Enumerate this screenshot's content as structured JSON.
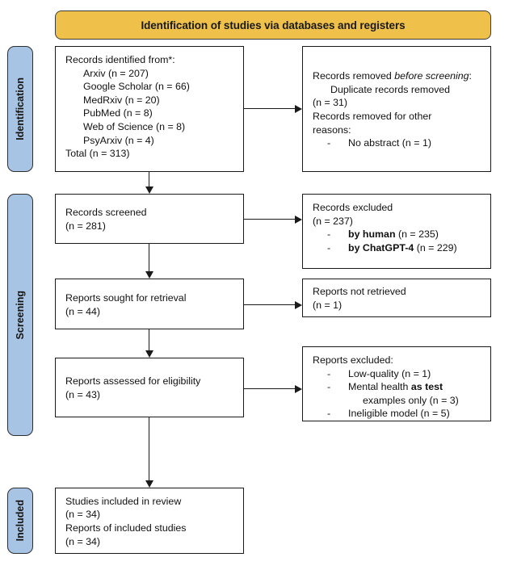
{
  "header": {
    "title": "Identification of studies via databases and registers",
    "bar_color": "#EFC04A"
  },
  "stages": {
    "identification": "Identification",
    "screening": "Screening",
    "included": "Included",
    "color": "#A8C4E4"
  },
  "boxes": {
    "identified": {
      "heading": "Records identified from*:",
      "sources": [
        {
          "name": "Arxiv",
          "n": "(n = 207)",
          "line": "Arxiv (n = 207)"
        },
        {
          "name": "Google Scholar",
          "n": "(n = 66)",
          "line": "Google Scholar (n = 66)"
        },
        {
          "name": "MedRxiv",
          "n": "(n = 20)",
          "line": "MedRxiv (n = 20)"
        },
        {
          "name": "PubMed",
          "n": "(n = 8)",
          "line": "PubMed (n = 8)"
        },
        {
          "name": "Web of Science",
          "n": "(n = 8)",
          "line": "Web of Science (n = 8)"
        },
        {
          "name": "PsyArxiv",
          "n": "(n = 4)",
          "line": "PsyArxiv (n = 4)"
        }
      ],
      "total": "Total (n = 313)"
    },
    "removed": {
      "line1_pre": "Records removed ",
      "line1_italic": "before screening",
      "line1_post": ":",
      "line2": "Duplicate records removed",
      "line3": "(n = 31)",
      "line4": "Records removed for other",
      "line5": "reasons:",
      "bullet_dash": "-",
      "bullet1": "No abstract (n = 1)"
    },
    "screened": {
      "line1": "Records screened",
      "line2": "(n = 281)"
    },
    "records_excluded": {
      "line1": "Records excluded",
      "line2": "(n = 237)",
      "bullet_dash": "-",
      "bullet1_bold": "by human",
      "bullet1_rest": " (n = 235)",
      "bullet2_bold": "by ChatGPT-4",
      "bullet2_rest": " (n = 229)"
    },
    "sought": {
      "line1": "Reports sought for retrieval",
      "line2": "(n = 44)"
    },
    "not_retrieved": {
      "line1": "Reports not retrieved",
      "line2": "(n = 1)"
    },
    "assessed": {
      "line1": "Reports assessed for eligibility",
      "line2": "(n = 43)"
    },
    "reports_excluded": {
      "heading": "Reports excluded:",
      "bullet_dash": "-",
      "bullet1": "Low-quality (n = 1)",
      "bullet2_a": "Mental health ",
      "bullet2_bold": "as test",
      "bullet2_cont": "examples only (n = 3)",
      "bullet3": "Ineligible model (n = 5)"
    },
    "included": {
      "line1": "Studies included in review",
      "line2": "(n = 34)",
      "line3": "Reports of included studies",
      "line4": "(n = 34)"
    }
  }
}
